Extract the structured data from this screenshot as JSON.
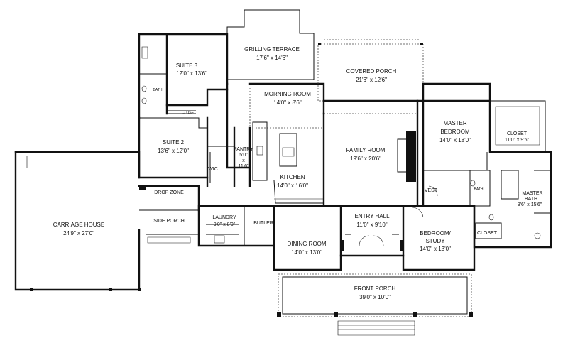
{
  "rooms": {
    "grilling_terrace": {
      "name": "GRILLING TERRACE",
      "dim": "17'6\" x 14'6\""
    },
    "covered_porch": {
      "name": "COVERED PORCH",
      "dim": "21'6\" x 12'6\""
    },
    "suite3": {
      "name": "SUITE 3",
      "dim": "12'0\" x 13'6\""
    },
    "morning_room": {
      "name": "MORNING ROOM",
      "dim": "14'0\" x 8'6\""
    },
    "master_bedroom": {
      "name1": "MASTER",
      "name2": "BEDROOM",
      "dim": "14'0\" x 18'0\""
    },
    "master_closet": {
      "name": "CLOSET",
      "dim": "11'0\" x 9'6\""
    },
    "suite2": {
      "name": "SUITE 2",
      "dim": "13'6\" x 12'0\""
    },
    "pantry": {
      "name": "PANTRY",
      "dim1": "5'0\"",
      "dim2": "x",
      "dim3": "11'6\""
    },
    "family_room": {
      "name": "FAMILY ROOM",
      "dim": "19'6\" x 20'6\""
    },
    "kitchen": {
      "name": "KITCHEN",
      "dim": "14'0\" x 16'0\""
    },
    "master_bath": {
      "name": "MASTER",
      "name2": "BATH",
      "dim": "9'6\" x 15'6\""
    },
    "carriage_house": {
      "name": "CARRIAGE HOUSE",
      "dim": "24'9\" x 27'0\""
    },
    "laundry": {
      "name": "LAUNDRY",
      "dim": "9'0\" x 8'0\""
    },
    "entry_hall": {
      "name": "ENTRY HALL",
      "dim": "11'0\" x 9'10\""
    },
    "bedroom_study": {
      "name1": "BEDROOM/",
      "name2": "STUDY",
      "dim": "14'0\" x 13'0\""
    },
    "dining_room": {
      "name": "DINING ROOM",
      "dim": "14'0\" x 13'0\""
    },
    "front_porch": {
      "name": "FRONT PORCH",
      "dim": "39'0\" x 10'0\""
    }
  },
  "labels": {
    "bath": "BATH",
    "closet": "CLOSET",
    "wic": "WIC",
    "drop_zone": "DROP ZONE",
    "side_porch": "SIDE PORCH",
    "butler": "BUTLER",
    "vest": "VEST",
    "bath2": "BATH",
    "closet2": "CLOSET"
  }
}
